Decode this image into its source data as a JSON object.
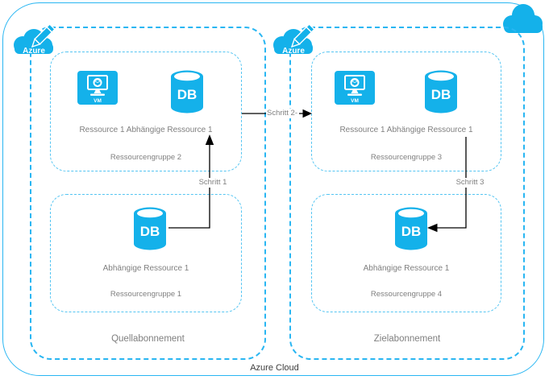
{
  "title": "Azure Cloud",
  "colors": {
    "accent": "#29b6f2",
    "icon_fill": "#14b1ea",
    "label_gray": "#7f7f7f",
    "title_dark": "#3d3d3d",
    "arrow": "#000000"
  },
  "icon_labels": {
    "vm": "VM",
    "db": "DB"
  },
  "subscriptions": [
    {
      "label": "Quellabonnement",
      "logo_text": "Azure"
    },
    {
      "label": "Zielabonnement",
      "logo_text": "Azure"
    }
  ],
  "groups": [
    {
      "name": "Ressourcengruppe 2",
      "resource_label": "Ressource 1 Abhängige Ressource 1"
    },
    {
      "name": "Ressourcengruppe 1",
      "resource_label": "Abhängige Ressource 1"
    },
    {
      "name": "Ressourcengruppe 3",
      "resource_label": "Ressource 1 Abhängige Ressource 1"
    },
    {
      "name": "Ressourcengruppe 4",
      "resource_label": "Abhängige Ressource 1"
    }
  ],
  "steps": [
    {
      "label": "Schritt 1"
    },
    {
      "label": "Schritt 2-"
    },
    {
      "label": "Schritt 3"
    }
  ]
}
